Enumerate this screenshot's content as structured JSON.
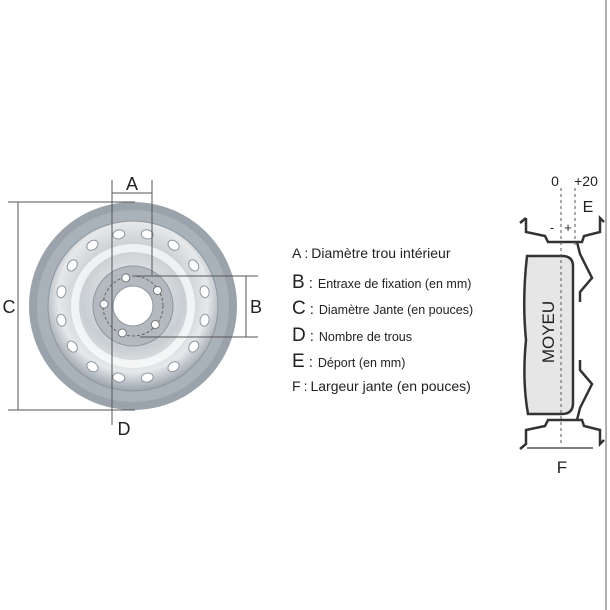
{
  "wheel_labels": {
    "A": "A",
    "B": "B",
    "C": "C",
    "D": "D"
  },
  "legend": [
    {
      "key": "A",
      "sep": ":",
      "text": "Diamètre trou intérieur"
    },
    {
      "key": "B",
      "sep": ":",
      "text": "Entraxe de fixation (en mm)"
    },
    {
      "key": "C",
      "sep": ":",
      "text": "Diamètre Jante (en pouces)"
    },
    {
      "key": "D",
      "sep": ":",
      "text": "Nombre de trous"
    },
    {
      "key": "E",
      "sep": ":",
      "text": "Déport (en mm)"
    },
    {
      "key": "F",
      "sep": ":",
      "text": "Largeur jante (en pouces)"
    }
  ],
  "profile": {
    "zero": "0",
    "plus20": "+20",
    "E": "E",
    "minus": "-",
    "plus": "+",
    "hub": "MOYEU",
    "F": "F"
  },
  "colors": {
    "rim": "#9aa3ab",
    "rim_light": "#d5d9dc",
    "line": "#555555",
    "hub_fill": "#e6e6e6"
  }
}
